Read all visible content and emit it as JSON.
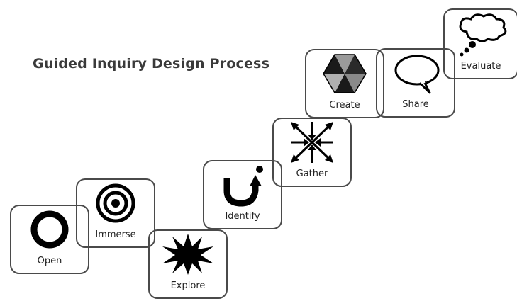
{
  "title": "Guided Inquiry Design Process",
  "stages": [
    {
      "label": "Open",
      "icon": "ring-icon"
    },
    {
      "label": "Immerse",
      "icon": "concentric-circles-icon"
    },
    {
      "label": "Explore",
      "icon": "starburst-icon"
    },
    {
      "label": "Identify",
      "icon": "u-turn-arrow-icon"
    },
    {
      "label": "Gather",
      "icon": "converging-arrows-icon"
    },
    {
      "label": "Create",
      "icon": "hexagon-facets-icon"
    },
    {
      "label": "Share",
      "icon": "speech-bubble-icon"
    },
    {
      "label": "Evaluate",
      "icon": "thought-cloud-icon"
    }
  ]
}
